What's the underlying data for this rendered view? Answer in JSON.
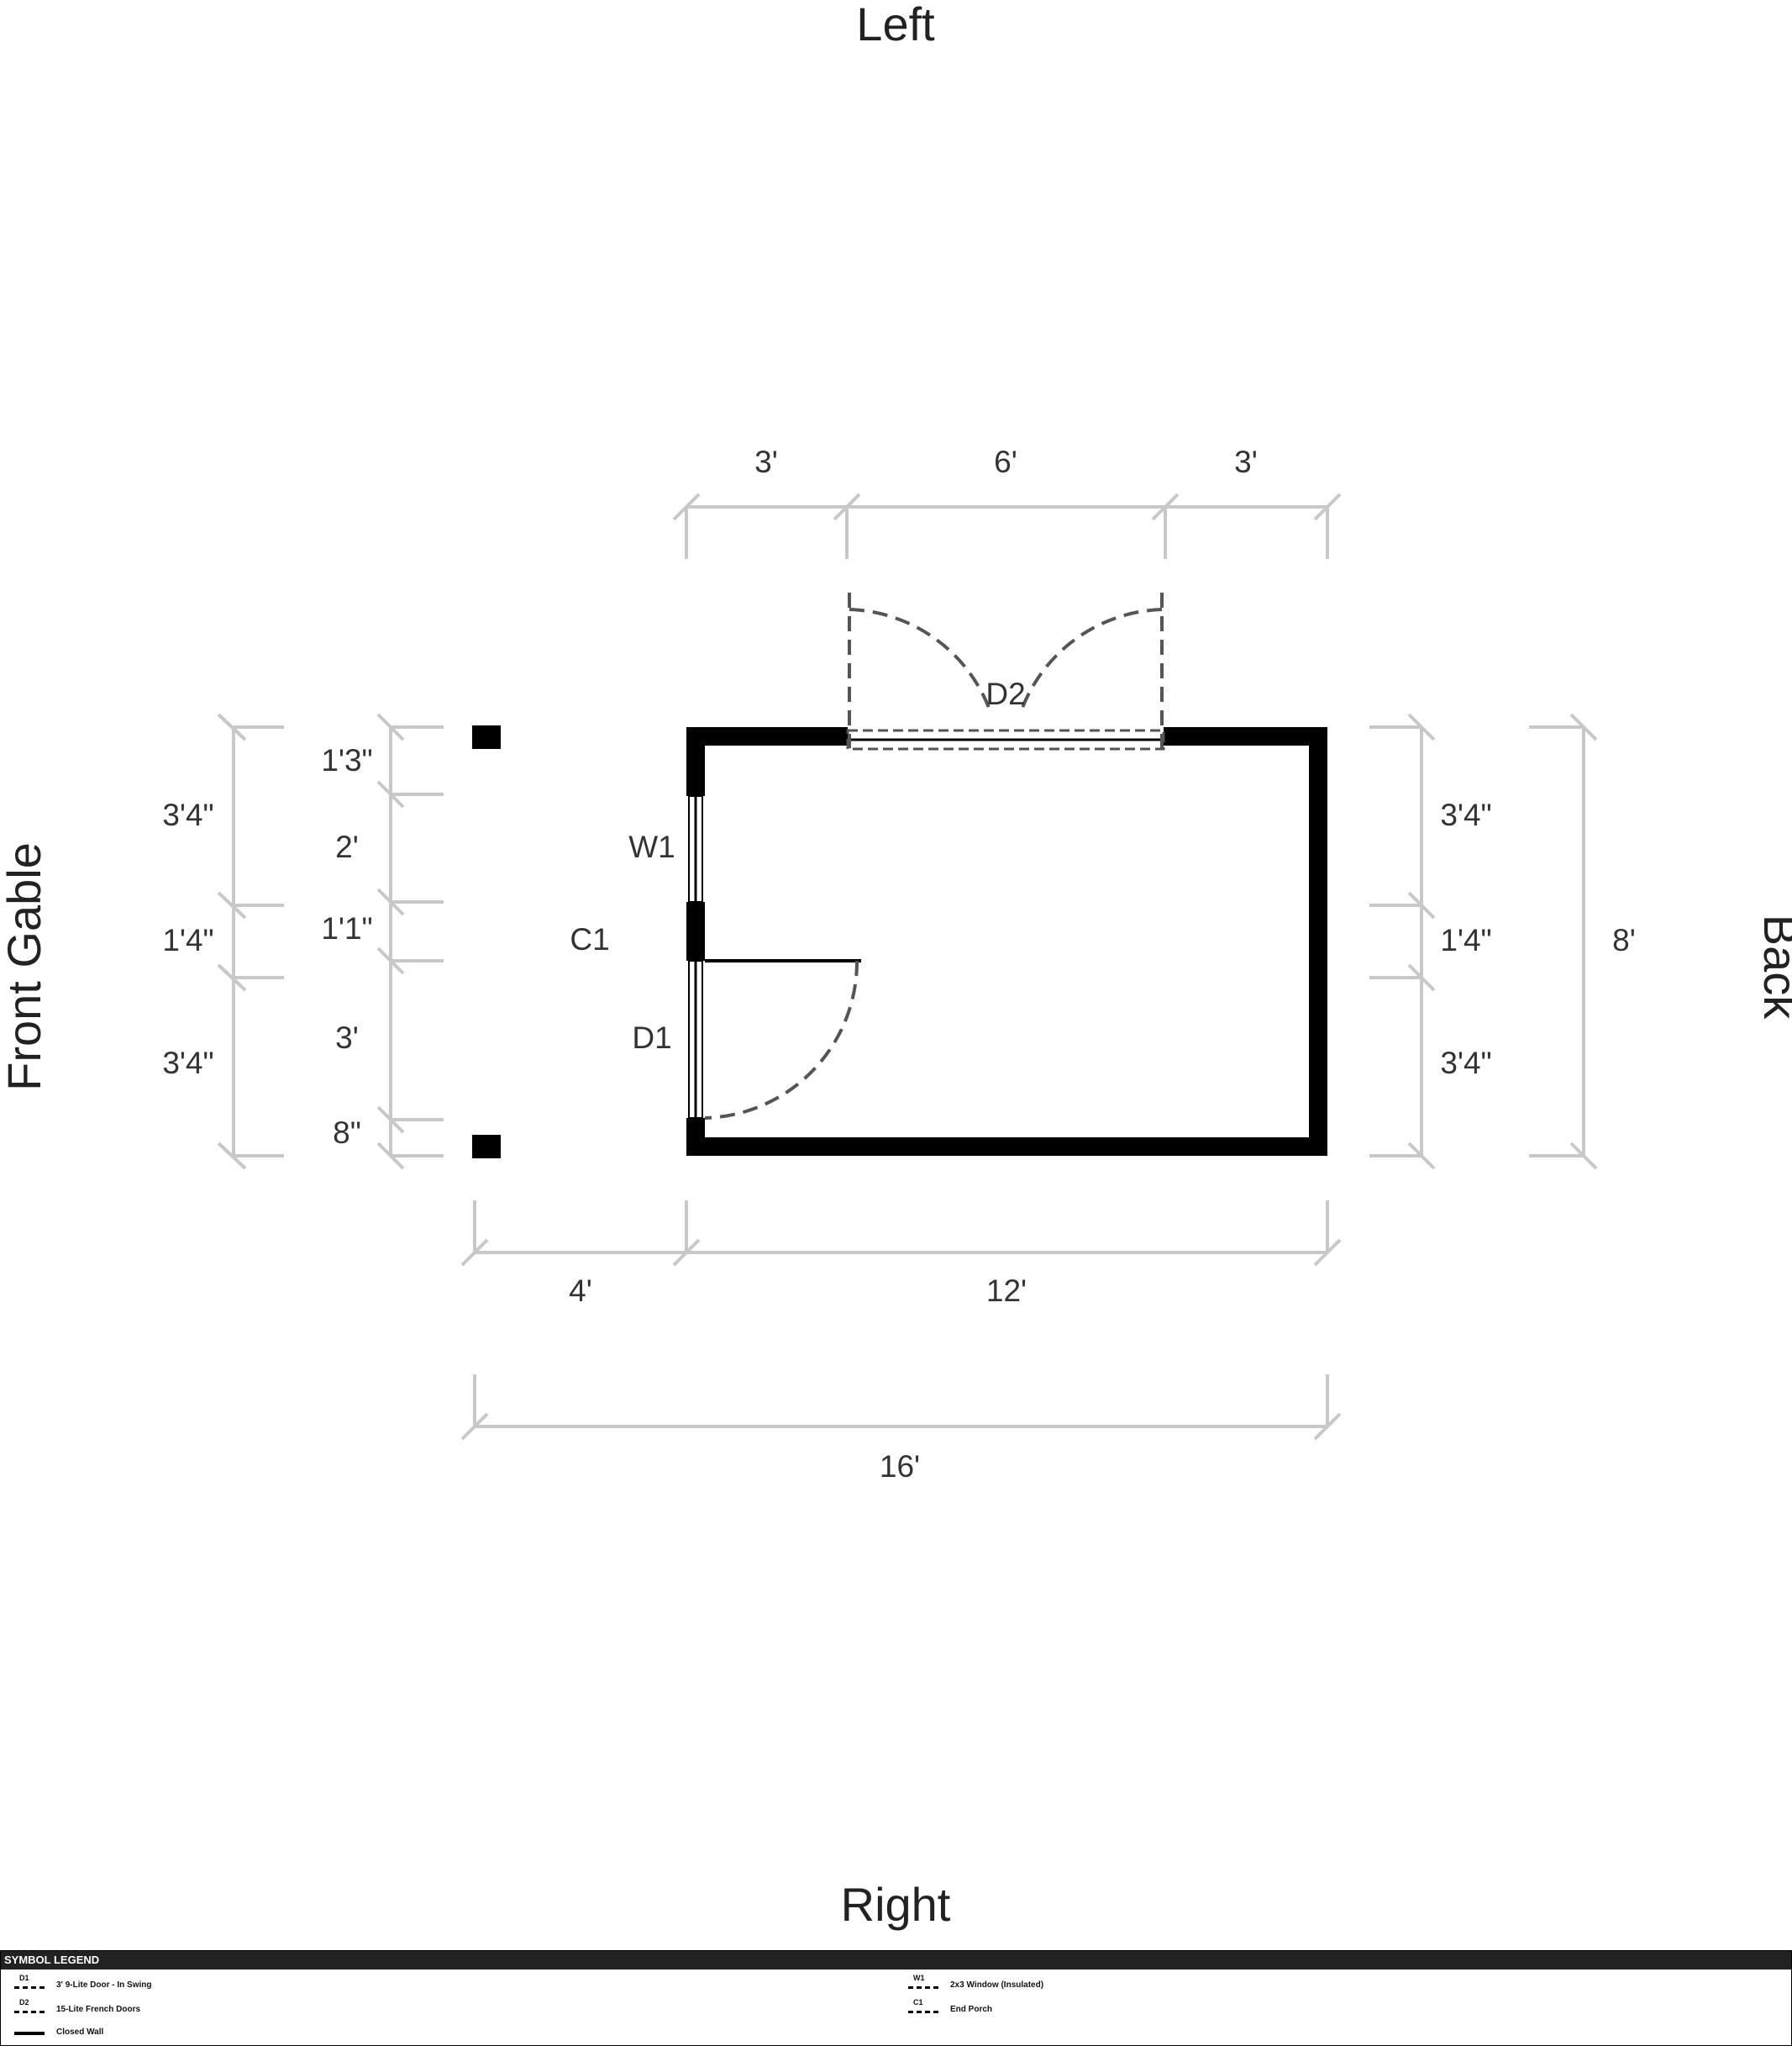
{
  "sides": {
    "top": "Left",
    "bottom": "Right",
    "left": "Front Gable",
    "right": "Back"
  },
  "dimensions": {
    "top_segments": [
      "3'",
      "6'",
      "3'"
    ],
    "left_outer": [
      "3'4\"",
      "1'4\"",
      "3'4\""
    ],
    "left_inner": [
      "1'3\"",
      "2'",
      "1'1\"",
      "3'",
      "8\""
    ],
    "right_inner": [
      "3'4\"",
      "1'4\"",
      "3'4\""
    ],
    "right_outer": "8'",
    "bottom_segments": [
      "4'",
      "12'"
    ],
    "bottom_total": "16'"
  },
  "tags": {
    "d2": "D2",
    "w1": "W1",
    "c1": "C1",
    "d1": "D1"
  },
  "legend": {
    "title": "SYMBOL LEGEND",
    "items": [
      {
        "code": "D1",
        "label": "3' 9-Lite Door - In Swing"
      },
      {
        "code": "W1",
        "label": "2x3 Window (Insulated)"
      },
      {
        "code": "D2",
        "label": "15-Lite French Doors"
      },
      {
        "code": "C1",
        "label": "End Porch"
      },
      {
        "code": "",
        "label": "Closed Wall"
      }
    ]
  },
  "colors": {
    "wall": "#000000",
    "dimension": "#c8c8c8",
    "legend_header": "#222222"
  }
}
